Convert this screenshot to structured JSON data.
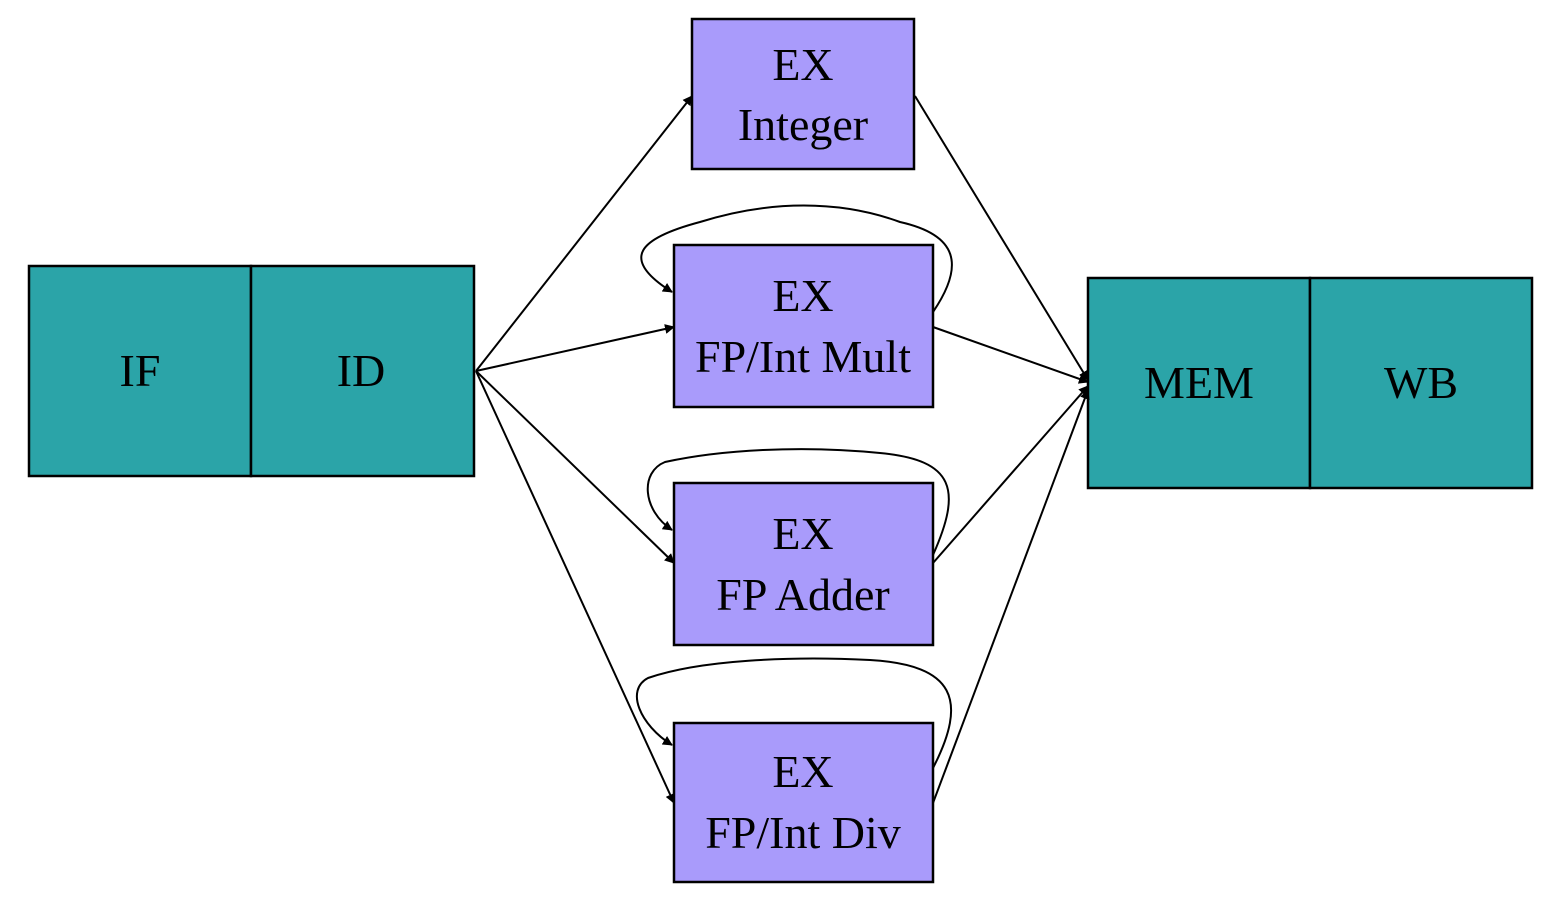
{
  "colors": {
    "pipeline_stage": "#2ba4a8",
    "execution_unit": "#a99bfb",
    "line": "#000000",
    "background": "#ffffff"
  },
  "stages": {
    "if": "IF",
    "id": "ID",
    "mem": "MEM",
    "wb": "WB"
  },
  "units": {
    "integer": {
      "line1": "EX",
      "line2": "Integer"
    },
    "mult": {
      "line1": "EX",
      "line2": "FP/Int Mult"
    },
    "adder": {
      "line1": "EX",
      "line2": "FP Adder"
    },
    "div": {
      "line1": "EX",
      "line2": "FP/Int Div"
    }
  }
}
